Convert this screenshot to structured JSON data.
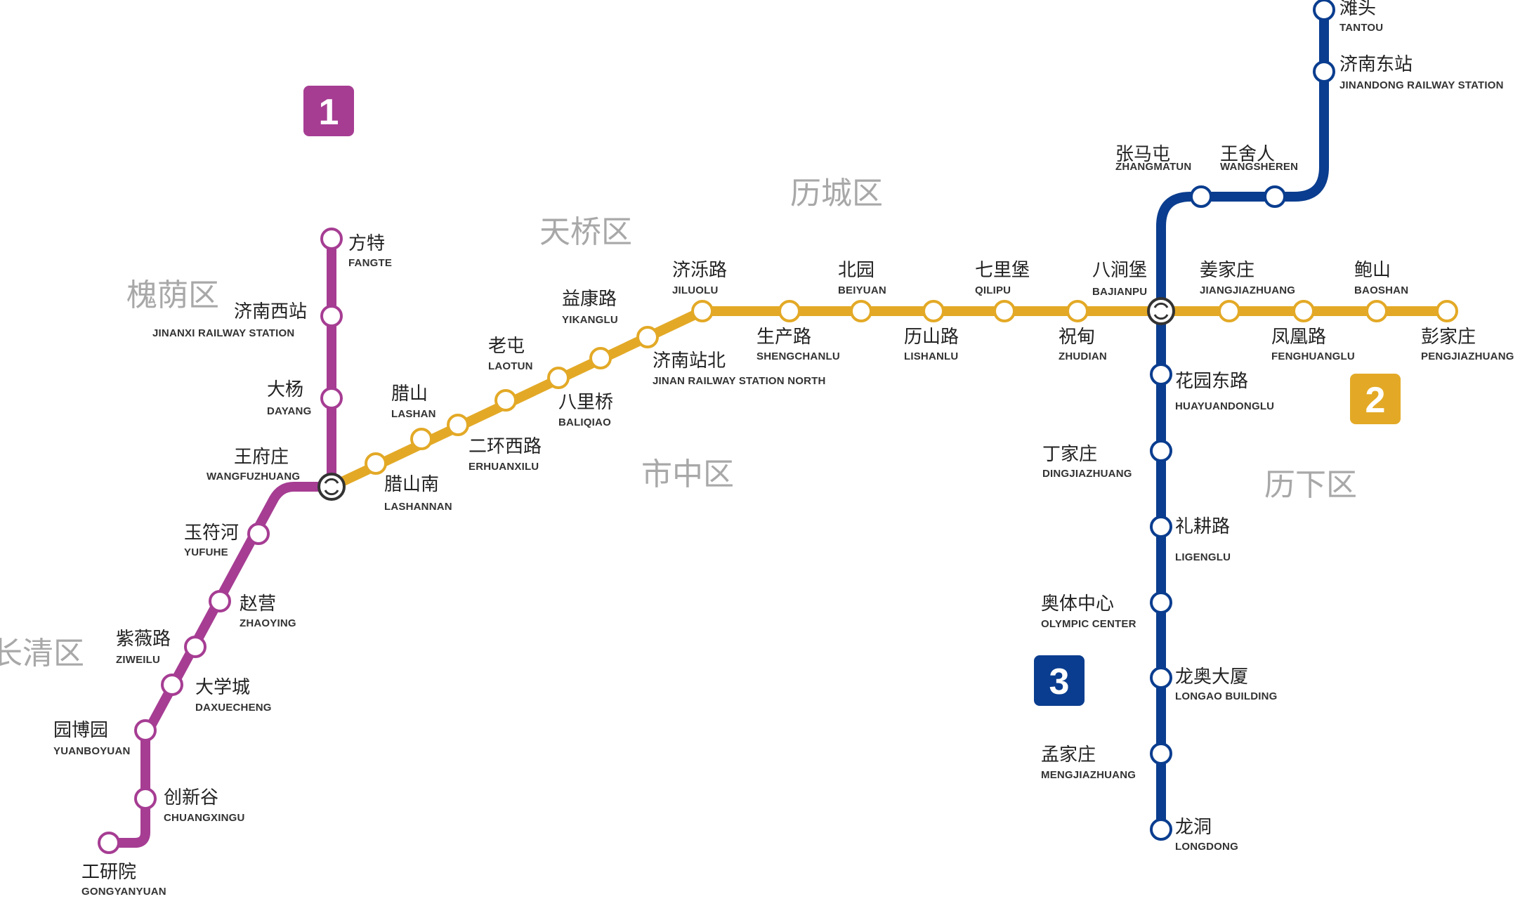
{
  "colors": {
    "line1": "#a63d93",
    "line2": "#e3a926",
    "line3": "#0a3d8f",
    "district": "#a8a8a8"
  },
  "districts": [
    "历城区",
    "天桥区",
    "槐荫区",
    "市中区",
    "历下区",
    "长清区"
  ],
  "badges": [
    "1",
    "2",
    "3"
  ],
  "interchange_icon": "interchange-icon",
  "stations": [
    {
      "zh": "滩头",
      "en": "TANTOU"
    },
    {
      "zh": "济南东站",
      "en": "JINANDONG RAILWAY STATION"
    },
    {
      "zh": "张马屯",
      "en": "ZHANGMATUN"
    },
    {
      "zh": "王舍人",
      "en": "WANGSHEREN"
    },
    {
      "zh": "八涧堡",
      "en": "BAJIANPU"
    },
    {
      "zh": "花园东路",
      "en": "HUAYUANDONGLU"
    },
    {
      "zh": "丁家庄",
      "en": "DINGJIAZHUANG"
    },
    {
      "zh": "礼耕路",
      "en": "LIGENGLU"
    },
    {
      "zh": "奥体中心",
      "en": "OLYMPIC CENTER"
    },
    {
      "zh": "龙奥大厦",
      "en": "LONGAO BUILDING"
    },
    {
      "zh": "孟家庄",
      "en": "MENGJIAZHUANG"
    },
    {
      "zh": "龙洞",
      "en": "LONGDONG"
    },
    {
      "zh": "王府庄",
      "en": "WANGFUZHUANG"
    },
    {
      "zh": "腊山南",
      "en": "LASHANNAN"
    },
    {
      "zh": "腊山",
      "en": "LASHAN"
    },
    {
      "zh": "二环西路",
      "en": "ERHUANXILU"
    },
    {
      "zh": "老屯",
      "en": "LAOTUN"
    },
    {
      "zh": "八里桥",
      "en": "BALIQIAO"
    },
    {
      "zh": "益康路",
      "en": "YIKANGLU"
    },
    {
      "zh": "济南站北",
      "en": "JINAN RAILWAY STATION NORTH"
    },
    {
      "zh": "济泺路",
      "en": "JILUOLU"
    },
    {
      "zh": "生产路",
      "en": "SHENGCHANLU"
    },
    {
      "zh": "北园",
      "en": "BEIYUAN"
    },
    {
      "zh": "历山路",
      "en": "LISHANLU"
    },
    {
      "zh": "七里堡",
      "en": "QILIPU"
    },
    {
      "zh": "祝甸",
      "en": "ZHUDIAN"
    },
    {
      "zh": "姜家庄",
      "en": "JIANGJIAZHUANG"
    },
    {
      "zh": "凤凰路",
      "en": "FENGHUANGLU"
    },
    {
      "zh": "鲍山",
      "en": "BAOSHAN"
    },
    {
      "zh": "彭家庄",
      "en": "PENGJIAZHUANG"
    },
    {
      "zh": "方特",
      "en": "FANGTE"
    },
    {
      "zh": "济南西站",
      "en": "JINANXI RAILWAY STATION"
    },
    {
      "zh": "大杨",
      "en": "DAYANG"
    },
    {
      "zh": "玉符河",
      "en": "YUFUHE"
    },
    {
      "zh": "赵营",
      "en": "ZHAOYING"
    },
    {
      "zh": "紫薇路",
      "en": "ZIWEILU"
    },
    {
      "zh": "大学城",
      "en": "DAXUECHENG"
    },
    {
      "zh": "园博园",
      "en": "YUANBOYUAN"
    },
    {
      "zh": "创新谷",
      "en": "CHUANGXINGU"
    },
    {
      "zh": "工研院",
      "en": "GONGYANYUAN"
    }
  ]
}
